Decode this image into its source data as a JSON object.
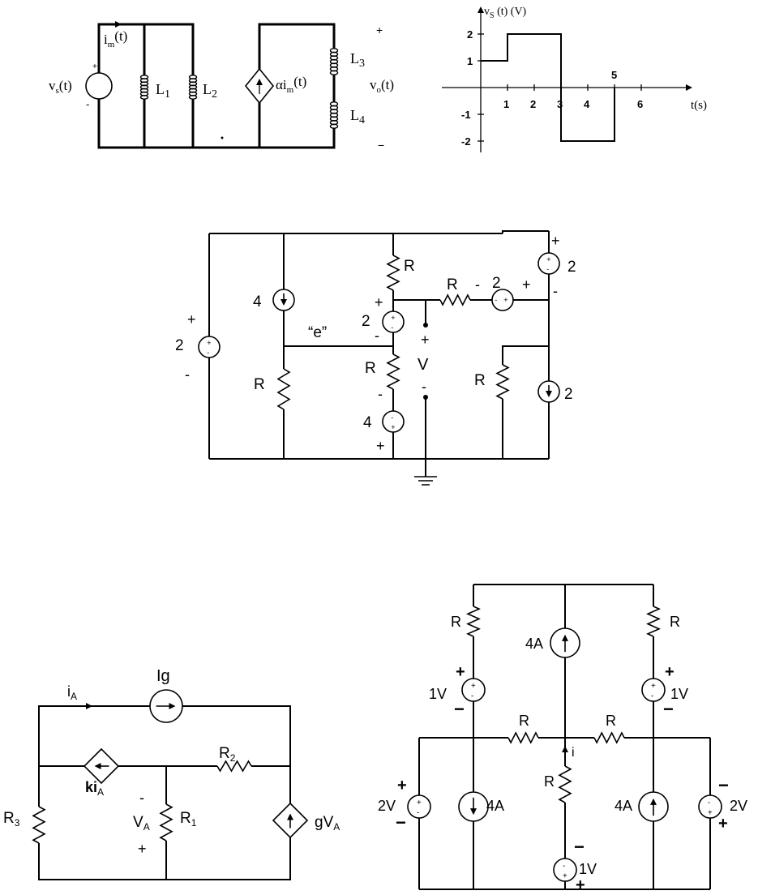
{
  "circuit_a": {
    "source_label": "v",
    "source_sub": "s",
    "source_arg": "(t)",
    "current_label": "i",
    "current_sub": "m",
    "current_arg": "(t)",
    "l1": "L",
    "l1_sub": "1",
    "l2": "L",
    "l2_sub": "2",
    "dep_coeff": "αi",
    "dep_sub": "m",
    "dep_arg": "(t)",
    "l3": "L",
    "l3_sub": "3",
    "l4": "L",
    "l4_sub": "4",
    "vo": "v",
    "vo_sub": "o",
    "vo_arg": "(t)",
    "plus": "+",
    "minus": "−",
    "plus_small": "+",
    "minus_small": "-"
  },
  "waveform": {
    "y_title": "v",
    "y_title_sub": "S",
    "y_title_rest": " (t)  (V)",
    "x_title": "t(s)",
    "x_ticks": [
      "1",
      "2",
      "3",
      "4",
      "6"
    ],
    "x_label_5": "5",
    "y_ticks": [
      "2",
      "1",
      "-1",
      "-2"
    ]
  },
  "chart_data": {
    "type": "line",
    "title": "",
    "xlabel": "t(s)",
    "ylabel": "vS (t)  (V)",
    "xlim": [
      0,
      7.5
    ],
    "ylim": [
      -2.6,
      2.6
    ],
    "x": [
      0,
      1,
      1,
      3,
      3,
      5,
      5
    ],
    "y": [
      1,
      1,
      2,
      2,
      -2,
      -2,
      0
    ]
  },
  "circuit_b": {
    "v_left": "2",
    "i_4": "4",
    "e_label": "“e”",
    "r": "R",
    "v_2_mid": "2",
    "v_label": "V",
    "v_4": "4",
    "v_2_series": "2",
    "v_2_right": "2",
    "i_2_right": "2",
    "plus": "+",
    "minus": "-"
  },
  "circuit_c": {
    "ia": "i",
    "ia_sub": "A",
    "ig": "Ig",
    "r2": "R",
    "r2_sub": "2",
    "kia": "ki",
    "kia_sub": "A",
    "r3": "R",
    "r3_sub": "3",
    "va": "V",
    "va_sub": "A",
    "r1": "R",
    "r1_sub": "1",
    "gva": "gV",
    "gva_sub": "A",
    "plus": "+",
    "minus": "-"
  },
  "circuit_d": {
    "r": "R",
    "i_4a": "4A",
    "v_1v": "1V",
    "v_2v": "2V",
    "i": "i",
    "plus": "+",
    "minus": "−"
  }
}
